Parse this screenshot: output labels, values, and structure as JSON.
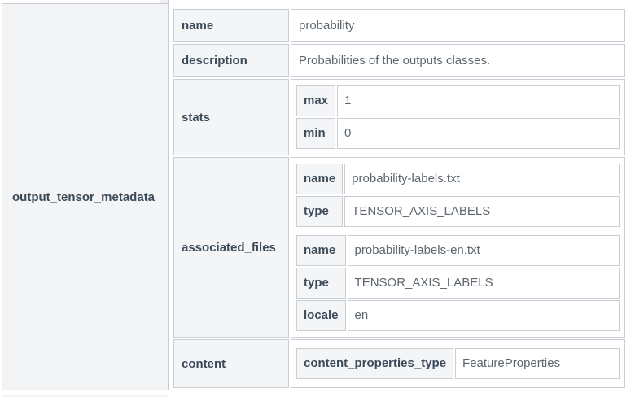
{
  "theme": {
    "border_color": "#c9ced4",
    "header_cell_bg": "#f4f5f7",
    "outer_cell_bg": "#f2f4f6",
    "label_color": "#3c4a59",
    "value_color": "#5d666f"
  },
  "outer": {
    "label": "output_tensor_metadata"
  },
  "rows": {
    "name": {
      "label": "name",
      "value": "probability"
    },
    "description": {
      "label": "description",
      "value": "Probabilities of the outputs classes."
    },
    "stats": {
      "label": "stats",
      "max": {
        "label": "max",
        "value": "1"
      },
      "min": {
        "label": "min",
        "value": "0"
      }
    },
    "associated_files": {
      "label": "associated_files",
      "file1": {
        "name": {
          "label": "name",
          "value": "probability-labels.txt"
        },
        "type": {
          "label": "type",
          "value": "TENSOR_AXIS_LABELS"
        }
      },
      "file2": {
        "name": {
          "label": "name",
          "value": "probability-labels-en.txt"
        },
        "type": {
          "label": "type",
          "value": "TENSOR_AXIS_LABELS"
        },
        "locale": {
          "label": "locale",
          "value": "en"
        }
      }
    },
    "content": {
      "label": "content",
      "content_properties_type": {
        "label": "content_properties_type",
        "value": "FeatureProperties"
      }
    }
  }
}
